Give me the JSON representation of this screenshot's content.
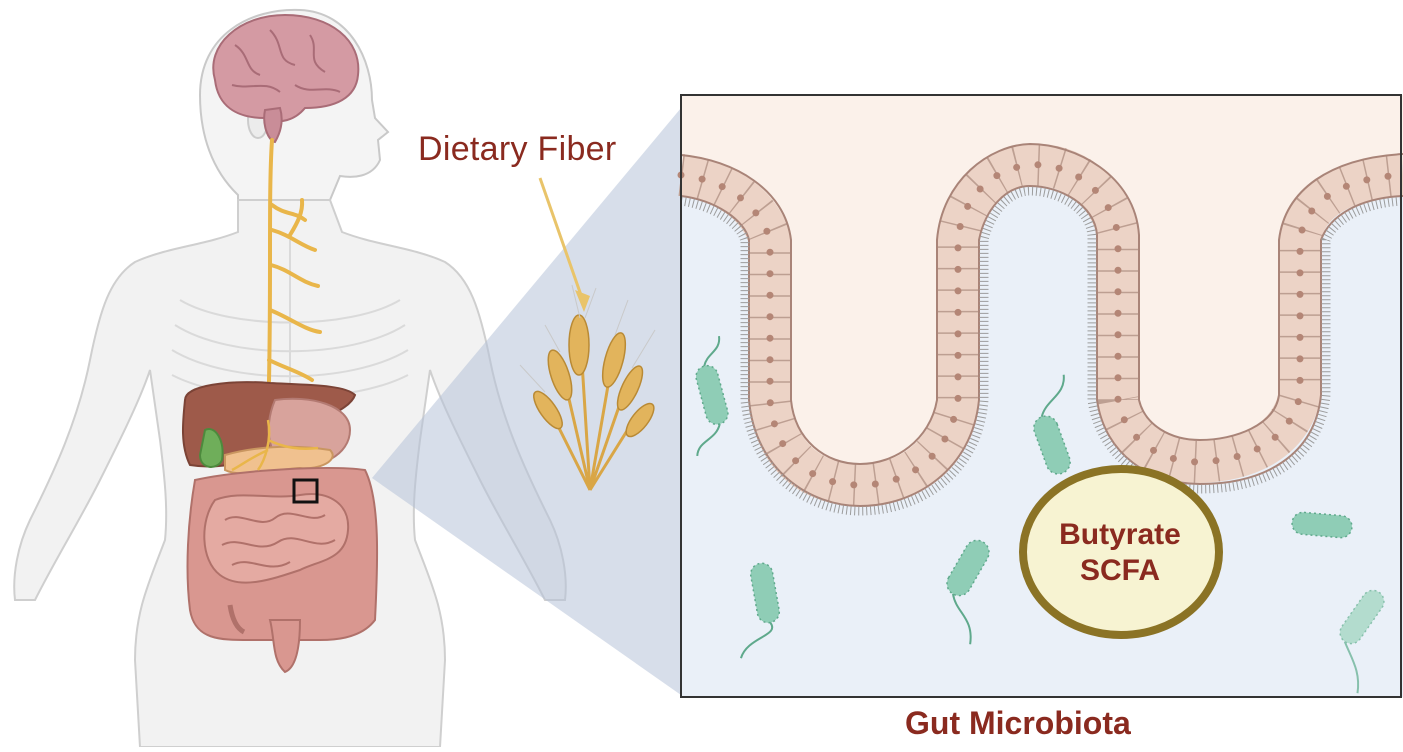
{
  "labels": {
    "dietary_fiber": "Dietary Fiber",
    "butyrate": "Butyrate",
    "scfa": "SCFA",
    "gut_microbiota": "Gut Microbiota"
  },
  "colors": {
    "label_text": "#8a2a1f",
    "lumen": "#eaf0f8",
    "tissue": "#fbf1ea",
    "epithelium": "#ecd3c6",
    "bacteria": "#8fcdb6",
    "oval_fill": "#f7f3d2",
    "oval_stroke": "#8b7325",
    "nerve": "#e9b64a",
    "brain": "#c98d98",
    "liver": "#9e5a4a",
    "intestine": "#d99790",
    "zoom_wedge": "#b7c2d9"
  }
}
